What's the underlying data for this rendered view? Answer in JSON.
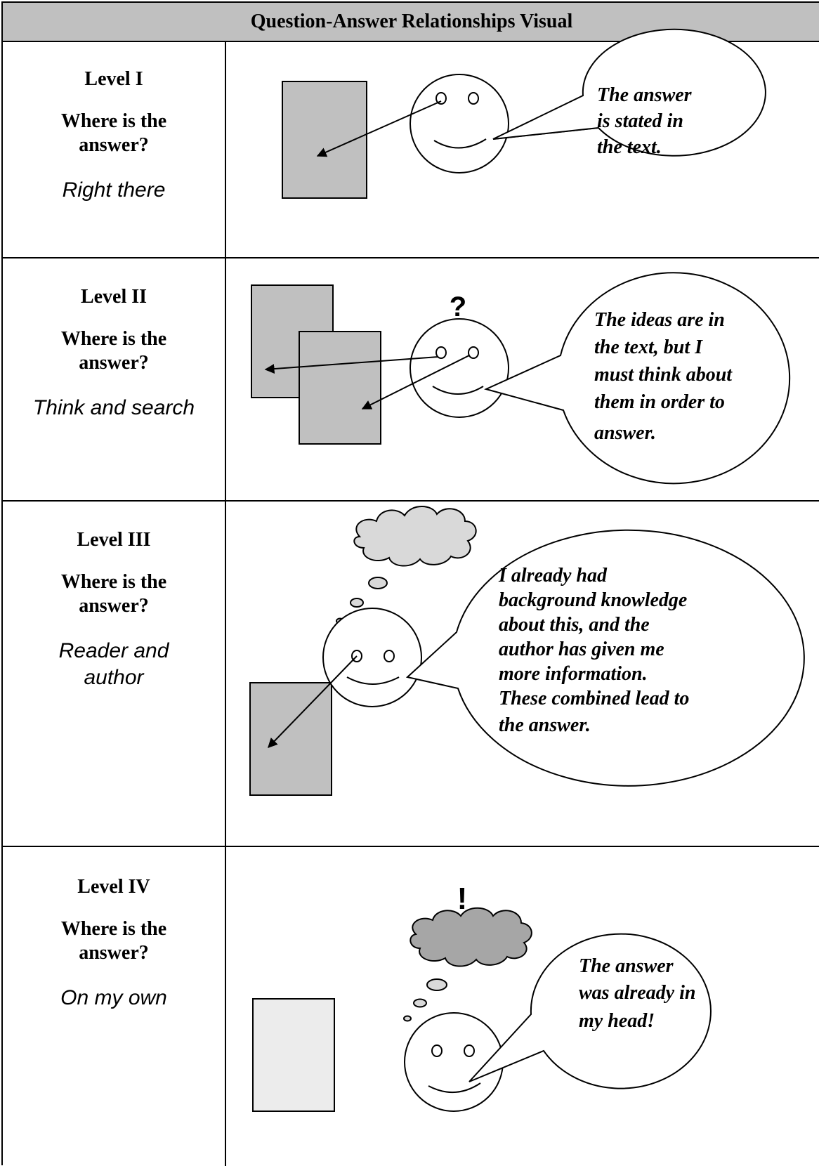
{
  "header": {
    "title": "Question-Answer Relationships Visual"
  },
  "rows": [
    {
      "level": "Level I",
      "question_line1": "Where is the",
      "question_line2": "answer?",
      "answer_lines": [
        "Right there"
      ],
      "bubble_lines": [
        "The answer",
        "is stated in",
        "the text."
      ]
    },
    {
      "level": "Level II",
      "question_line1": "Where is the",
      "question_line2": "answer?",
      "answer_lines": [
        "Think and search"
      ],
      "bubble_lines": [
        "The ideas are in",
        "the text, but I",
        "must think about",
        "them in order to",
        "answer."
      ]
    },
    {
      "level": "Level III",
      "question_line1": "Where is the",
      "question_line2": "answer?",
      "answer_lines": [
        "Reader and",
        "author"
      ],
      "bubble_lines": [
        "I already had",
        "background knowledge",
        "about this, and the",
        "author has given me",
        "more information.",
        "These combined lead to",
        "the answer."
      ]
    },
    {
      "level": "Level IV",
      "question_line1": "Where is the",
      "question_line2": "answer?",
      "answer_lines": [
        "On my own"
      ],
      "bubble_lines": [
        "The answer",
        "was already in",
        "my head!"
      ]
    }
  ],
  "marks": {
    "question_mark": "?",
    "exclamation_mark": "!"
  },
  "colors": {
    "header_bg": "#c0c0c0",
    "book_dark": "#c0c0c0",
    "book_light": "#ececec",
    "cloud_light": "#d9d9d9",
    "cloud_dark": "#a6a6a6"
  }
}
